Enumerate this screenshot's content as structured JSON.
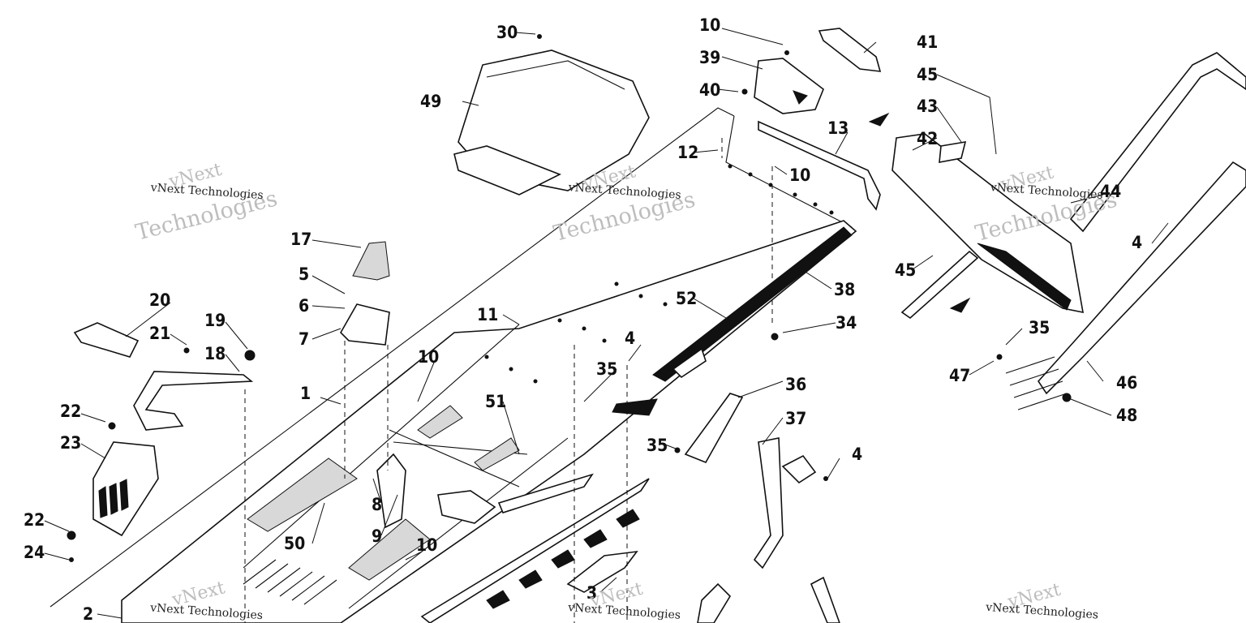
{
  "diagram": {
    "callouts": [
      "1",
      "2",
      "3",
      "4",
      "5",
      "6",
      "7",
      "8",
      "9",
      "10",
      "11",
      "12",
      "13",
      "17",
      "18",
      "19",
      "20",
      "21",
      "22",
      "23",
      "24",
      "30",
      "34",
      "35",
      "36",
      "37",
      "38",
      "39",
      "40",
      "41",
      "42",
      "43",
      "44",
      "45",
      "46",
      "47",
      "48",
      "49",
      "50",
      "51",
      "52"
    ],
    "watermark": {
      "line1": "vNext",
      "line2": "Technologies",
      "line3": "vNext Technologies"
    }
  }
}
